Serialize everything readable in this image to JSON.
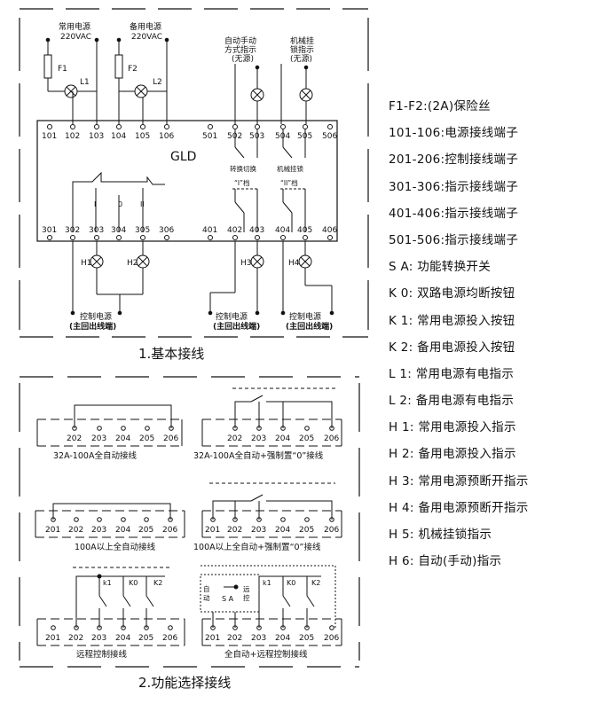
{
  "basic": {
    "caption": "1.基本接线",
    "controller_label": "GLD",
    "top_terminals": [
      "101",
      "102",
      "103",
      "104",
      "105",
      "106",
      "501",
      "502",
      "503",
      "504",
      "505",
      "506"
    ],
    "bottom_terminals": [
      "301",
      "302",
      "303",
      "304",
      "305",
      "306",
      "401",
      "402",
      "403",
      "404",
      "405",
      "406"
    ],
    "supply1_line1": "常用电源",
    "supply1_line2": "220VAC",
    "supply2_line1": "备用电源",
    "supply2_line2": "220VAC",
    "mode_ind_line1": "自动手动",
    "mode_ind_line2": "方式指示",
    "mode_ind_line3": "(无源)",
    "lock_ind_line1": "机械挂",
    "lock_ind_line2": "锁指示",
    "lock_ind_line3": "(无源)",
    "fuse1": "F1",
    "fuse2": "F2",
    "lamp_l1": "L1",
    "lamp_l2": "L2",
    "switch_label_sa": "转换切换",
    "switch_label_lock": "机械挂锁",
    "contact_a": "“I”档",
    "contact_b": "“II”档",
    "pos_i": "I",
    "pos_0": "0",
    "pos_ii": "II",
    "h1": "H1",
    "h2": "H2",
    "h3": "H3",
    "h4": "H4",
    "ctrl_line1": "控制电源",
    "ctrl_line2": "(主回出线端)"
  },
  "func": {
    "caption": "2.功能选择接线",
    "d1_terminals": [
      "202",
      "203",
      "204",
      "205",
      "206"
    ],
    "d1_caption": "32A-100A全自动接线",
    "d2_terminals": [
      "202",
      "203",
      "204",
      "205",
      "206"
    ],
    "d2_caption": "32A-100A全自动+强制置“0”接线",
    "d3_terminals": [
      "201",
      "202",
      "203",
      "204",
      "205",
      "206"
    ],
    "d3_caption": "100A以上全自动接线",
    "d4_terminals": [
      "201",
      "202",
      "203",
      "204",
      "205",
      "206"
    ],
    "d4_caption": "100A以上全自动+强制置“0”接线",
    "d5_terminals": [
      "201",
      "202",
      "203",
      "204",
      "205",
      "206"
    ],
    "d5_caption": "远程控制接线",
    "d6_terminals": [
      "201",
      "202",
      "203",
      "204",
      "205",
      "206"
    ],
    "d6_caption": "全自动+远程控制接线",
    "k1": "k1",
    "k0": "K0",
    "k2": "K2",
    "sa": "S A",
    "auto_1": "自",
    "auto_2": "动",
    "remote_1": "远",
    "remote_2": "控"
  },
  "legend": [
    "F1-F2:(2A)保险丝",
    "101-106:电源接线端子",
    "201-206:控制接线端子",
    "301-306:指示接线端子",
    "401-406:指示接线端子",
    "501-506:指示接线端子",
    "S A: 功能转换开关",
    "K 0: 双路电源均断按钮",
    "K 1: 常用电源投入按钮",
    "K 2: 备用电源投入按钮",
    "L 1: 常用电源有电指示",
    "L 2: 备用电源有电指示",
    "H 1: 常用电源投入指示",
    "H 2: 备用电源投入指示",
    "H 3: 常用电源预断开指示",
    "H 4: 备用电源预断开指示",
    "H 5: 机械挂锁指示",
    "H 6: 自动(手动)指示"
  ]
}
